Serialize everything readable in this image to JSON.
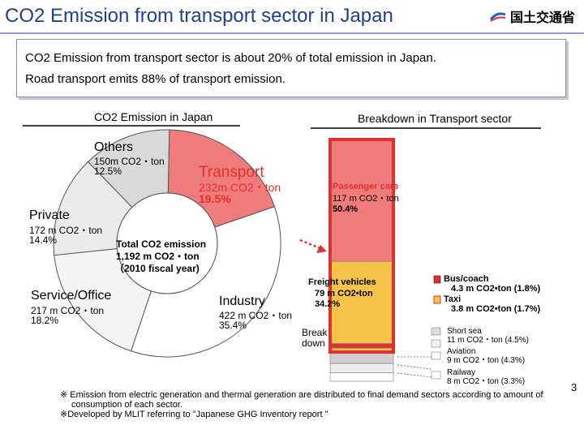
{
  "title": "CO2 Emission from transport sector in Japan",
  "logo_text": "国土交通省",
  "summary": [
    "CO2 Emission from transport sector is about 20% of total emission in Japan.",
    "Road transport emits 88% of transport emission."
  ],
  "colors": {
    "title": "#1f3f8f",
    "transport_red": "#e03030",
    "freight_yellow": "#f5c24a"
  },
  "left_header": "CO2 Emission  in Japan",
  "right_header": "Breakdown in Transport sector",
  "pie": {
    "labels": {
      "others": {
        "name": "Others",
        "value": "150m CO2・ton",
        "pct": "12.5%"
      },
      "transport": {
        "name": "Transport",
        "value": "232m CO2・ton",
        "pct": "19.5%"
      },
      "private": {
        "name": "Private",
        "value": "172 m CO2・ton",
        "pct": "14.4%"
      },
      "service": {
        "name": "Service/Office",
        "value": "217 m CO2・ton",
        "pct": "18.2%"
      },
      "industry": {
        "name": "Industry",
        "value": "422 m CO2・ton",
        "pct": "35.4%"
      }
    },
    "total": [
      "Total CO2 emission",
      "1,192 m CO2・ton",
      "（2010 fiscal year)"
    ]
  },
  "bar": {
    "passenger": {
      "name": "Passenger cars",
      "value": "117 m CO2・ton",
      "pct": "50.4%"
    },
    "freight": {
      "name": "Freight vehicles",
      "value": "79 m CO2•ton",
      "pct": "34.2%"
    },
    "breakdown": [
      "Break",
      "down"
    ],
    "bus": {
      "name": "Bus/coach",
      "value": "4.3 m CO2•ton (1.8%)"
    },
    "taxi": {
      "name": "Taxi",
      "value": "3.8 m CO2•ton (1.7%)"
    },
    "shortsea": {
      "name": "Short sea",
      "value": "11 m CO2・ton (4.5%)"
    },
    "aviation": {
      "name": "Aviation",
      "value": "9 m CO2・ton (4.3%)"
    },
    "railway": {
      "name": "Railway",
      "value": "8 m CO2・ton (3.3%)"
    }
  },
  "footnotes": [
    "※ Emission from electric generation and thermal generation are distributed to final demand sectors according to amount of",
    "consumption of each sector.",
    "※Developed by MLIT referring to \"Japanese GHG Inventory report \""
  ],
  "page_number": "3",
  "chart_data": [
    {
      "type": "pie",
      "title": "CO2 Emission  in Japan",
      "unit": "m CO2・ton",
      "categories": [
        "Industry",
        "Transport",
        "Service/Office",
        "Private",
        "Others"
      ],
      "values": [
        422,
        232,
        217,
        172,
        150
      ],
      "percents": [
        35.4,
        19.5,
        18.2,
        14.4,
        12.5
      ],
      "total": 1192
    },
    {
      "type": "bar",
      "title": "Breakdown in Transport sector",
      "unit": "m CO2・ton",
      "categories": [
        "Passenger cars",
        "Freight vehicles",
        "Bus/coach",
        "Taxi",
        "Short sea",
        "Aviation",
        "Railway"
      ],
      "values": [
        117,
        79,
        4.3,
        3.8,
        11,
        9,
        8
      ],
      "percents": [
        50.4,
        34.2,
        1.8,
        1.7,
        4.5,
        4.3,
        3.3
      ]
    }
  ]
}
